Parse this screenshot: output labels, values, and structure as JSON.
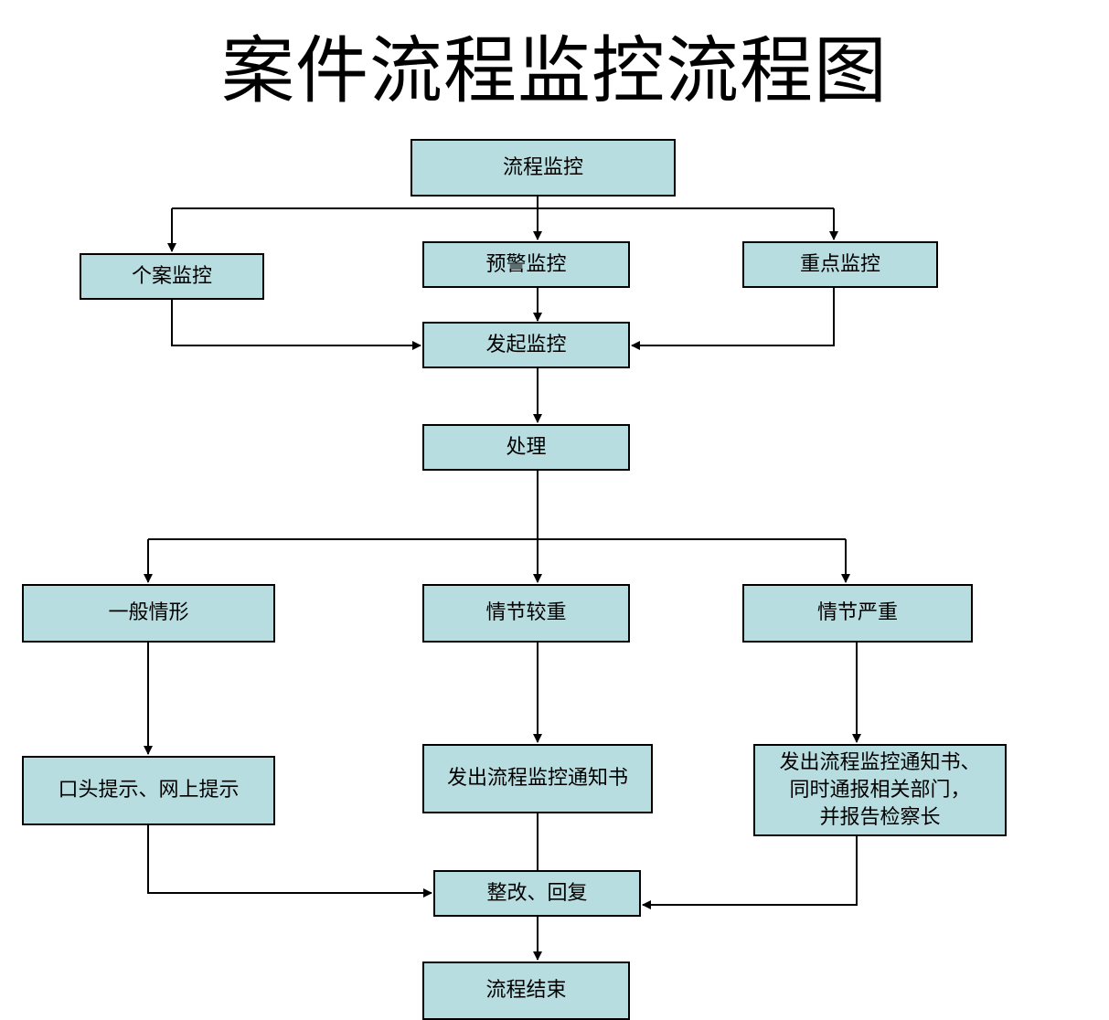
{
  "title": "案件流程监控流程图",
  "colors": {
    "node_fill": "#b7dde0",
    "node_border": "#000000",
    "edge": "#000000"
  },
  "nodes": {
    "flow_monitor": "流程监控",
    "case_monitor": "个案监控",
    "warning_monitor": "预警监控",
    "key_monitor": "重点监控",
    "initiate_monitor": "发起监控",
    "handling": "处理",
    "general": "一般情形",
    "serious": "情节较重",
    "severe": "情节严重",
    "verbal_reminder": "口头提示、网上提示",
    "issue_notice": "发出流程监控通知书",
    "notice_report_lines": [
      "发出流程监控通知书、",
      "同时通报相关部门，",
      "并报告检察长"
    ],
    "rectify_reply": "整改、回复",
    "end": "流程结束"
  }
}
